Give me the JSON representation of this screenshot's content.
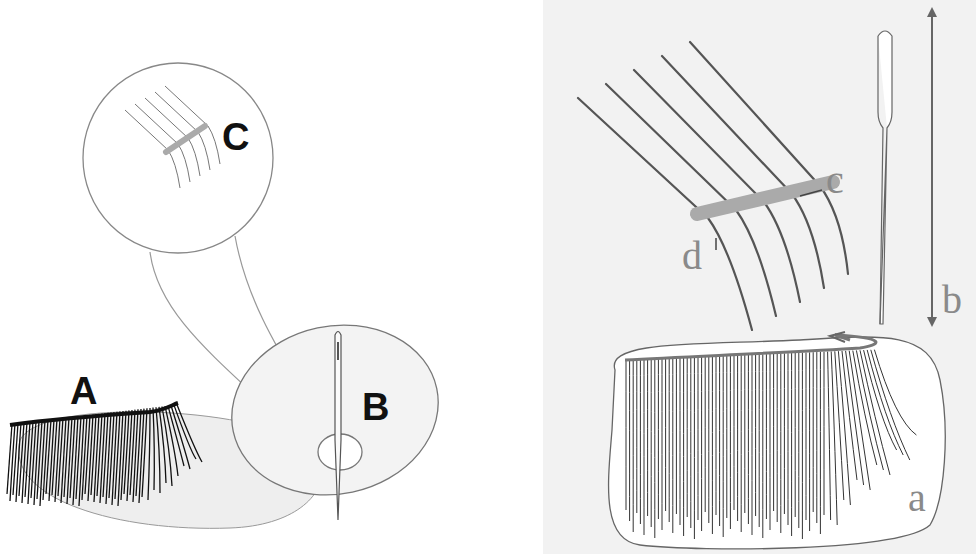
{
  "diagram": {
    "labels": [
      "A",
      "B",
      "C",
      "a",
      "b",
      "c",
      "d"
    ]
  }
}
